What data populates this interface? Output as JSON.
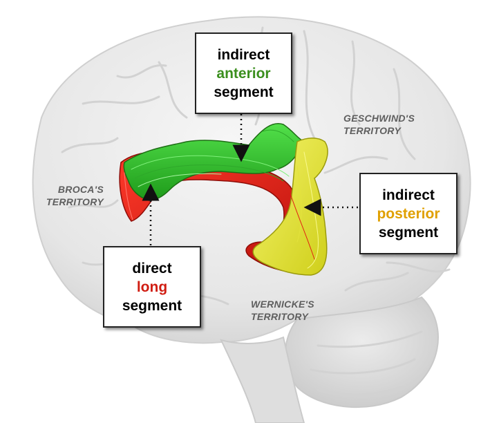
{
  "colors": {
    "anterior": "#3b8f1e",
    "long": "#d01d12",
    "posterior": "#e0a000",
    "territory_text": "#5e5e5e",
    "brain_fill": "#e9e9e9"
  },
  "boxes": {
    "anterior": {
      "line1": "indirect",
      "line2": "anterior",
      "line3": "segment"
    },
    "long": {
      "line1": "direct",
      "line2": "long",
      "line3": "segment"
    },
    "posterior": {
      "line1": "indirect",
      "line2": "posterior",
      "line3": "segment"
    }
  },
  "territories": {
    "broca": {
      "line1": "BROCA'S",
      "line2": "TERRITORY"
    },
    "geschwind": {
      "line1": "GESCHWIND'S",
      "line2": "TERRITORY"
    },
    "wernicke": {
      "line1": "WERNICKE'S",
      "line2": "TERRITORY"
    }
  }
}
